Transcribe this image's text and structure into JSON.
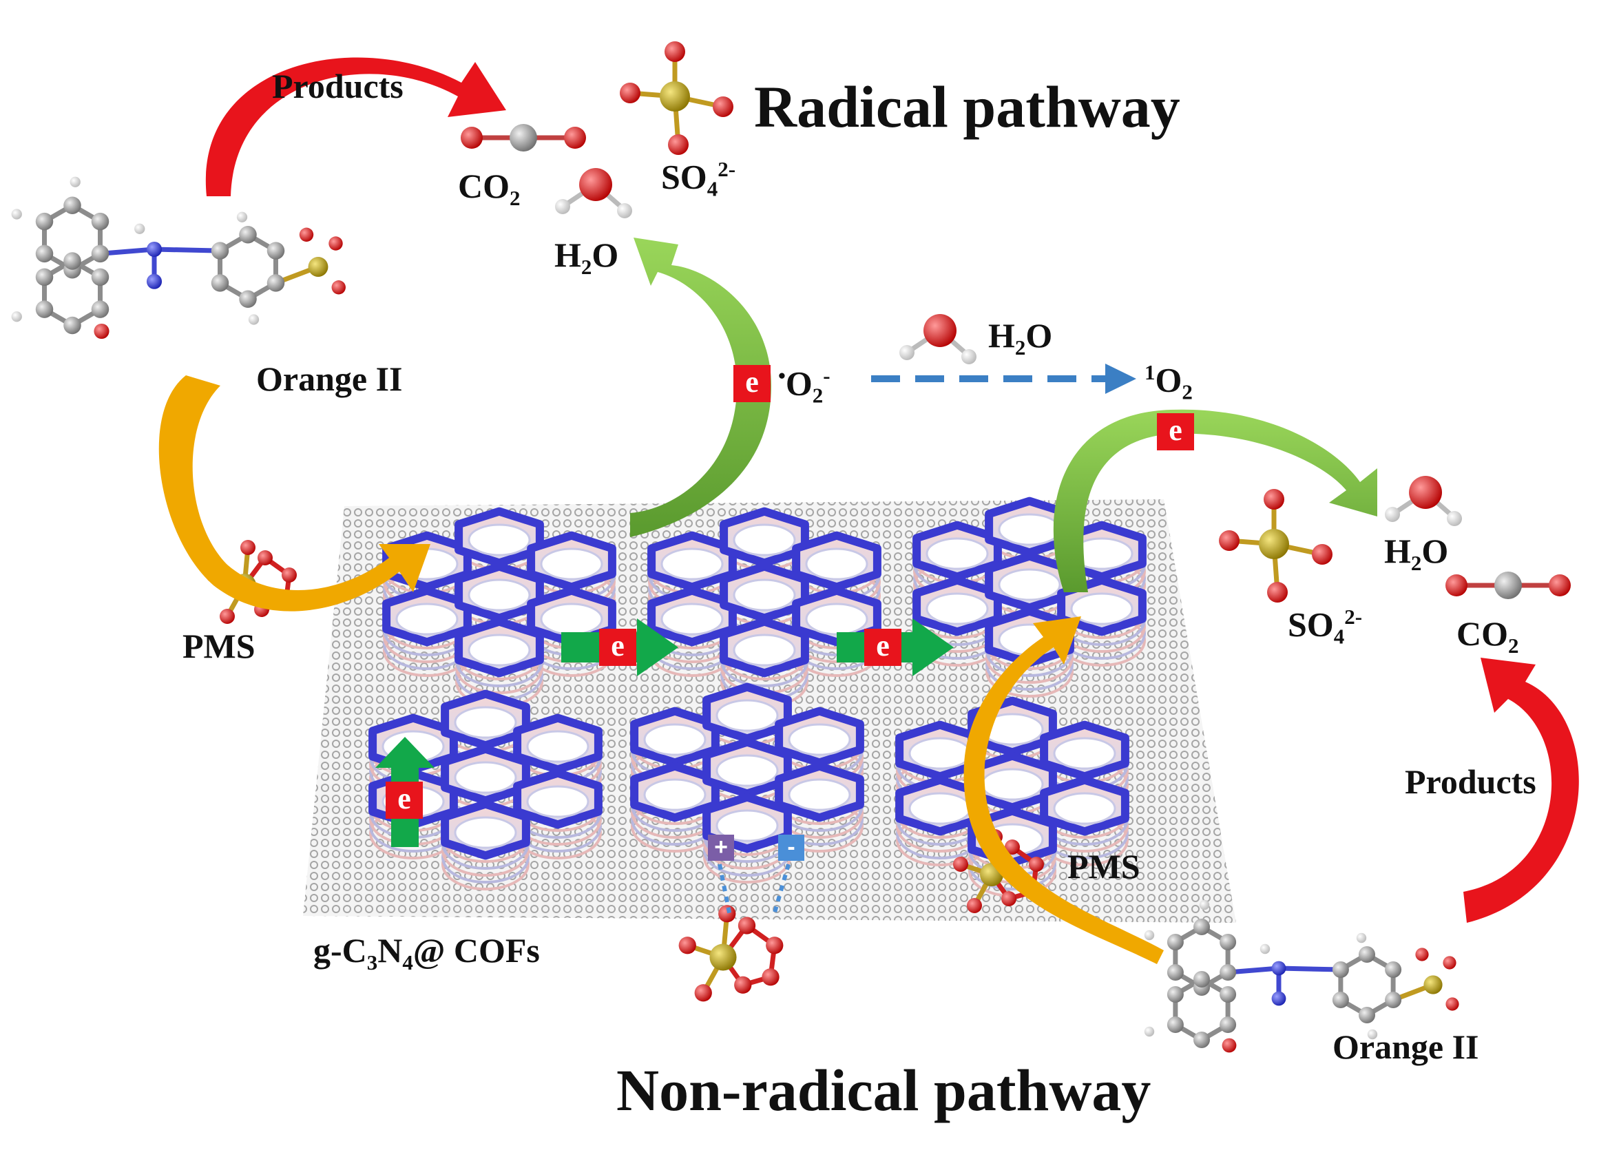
{
  "labels": {
    "radical_pathway": "Radical pathway",
    "non_radical_pathway": "Non-radical pathway",
    "products_top": "Products",
    "products_bottom": "Products",
    "orange_top": "Orange II",
    "orange_bottom": "Orange II",
    "pms_left": "PMS",
    "pms_right": "PMS",
    "catalyst_prefix": "g-C",
    "catalyst_n": "N",
    "catalyst_sub3": "3",
    "catalyst_sub4": "4",
    "catalyst_suffix": "@ COFs",
    "co2_top": "CO",
    "co2_bottom": "CO",
    "co2_sub": "2",
    "so4_top": "SO",
    "so4_bottom": "SO",
    "so4_sub": "4",
    "so4_sup": "2-",
    "h2o_a": "H",
    "h2o_b": "H",
    "h2o_c": "H",
    "h2o_sub": "2",
    "h2o_o": "O",
    "superoxide_dot": "•",
    "superoxide": "O",
    "superoxide_sub": "2",
    "superoxide_sup": "-",
    "singlet_sup": "1",
    "singlet": "O",
    "singlet_sub": "2",
    "electron": "e",
    "plus": "+",
    "minus": "-"
  },
  "colors": {
    "red_arrow": "#e8141c",
    "gold_arrow": "#f0a800",
    "green_arrow": "#7ac143",
    "transfer_arrow": "#12a84a",
    "dashed_arrow": "#3b7fc4",
    "electron_box": "#e8141c",
    "cof_ring": "#3a3ad0",
    "carbon": "#8c8c8c",
    "oxygen": "#e01010",
    "nitrogen": "#2830d8",
    "sulfur": "#b8a000",
    "hydrogen": "#eeeeee",
    "plus_box": "#7b5ea7",
    "minus_box": "#4a8fd8"
  }
}
